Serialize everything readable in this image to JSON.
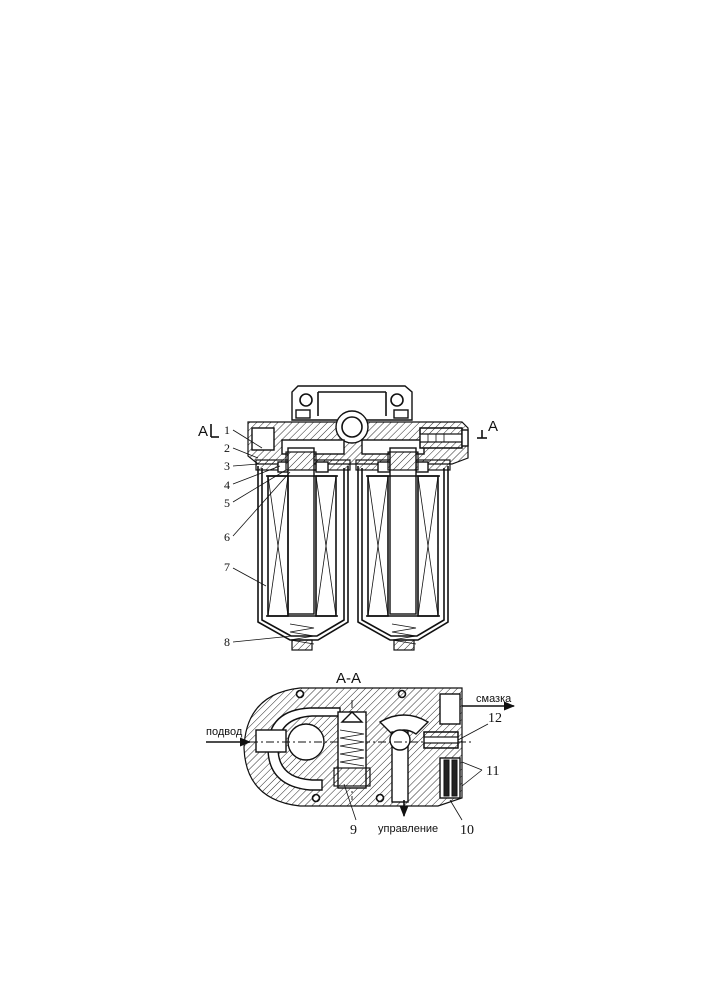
{
  "view_marks": {
    "left": "A",
    "right": "A"
  },
  "section_title": "А-А",
  "callouts": [
    "1",
    "2",
    "3",
    "4",
    "5",
    "6",
    "7",
    "8",
    "9",
    "10",
    "11",
    "12"
  ],
  "flow_labels": {
    "inlet": "подвод",
    "lubrication": "смазка",
    "control": "управление"
  }
}
